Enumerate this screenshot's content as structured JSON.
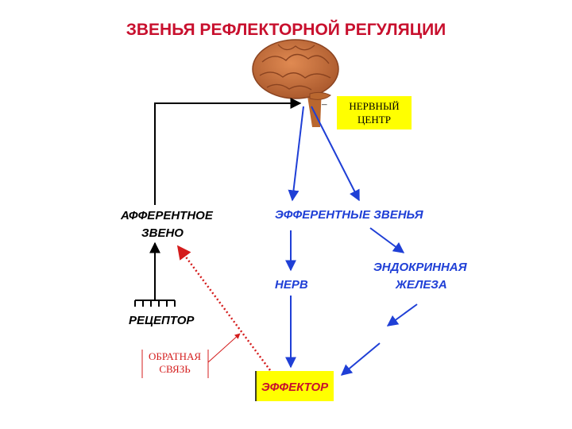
{
  "title": "ЗВЕНЬЯ РЕФЛЕКТОРНОЙ РЕГУЛЯЦИИ",
  "nervous_center": {
    "line1": "НЕРВНЫЙ",
    "line2": "ЦЕНТР",
    "minus": "–"
  },
  "afferent": {
    "line1": "АФФЕРЕНТНОЕ",
    "line2": "ЗВЕНО"
  },
  "efferent": "ЭФФЕРЕНТНЫЕ ЗВЕНЬЯ",
  "nerve": "НЕРВ",
  "endocrine": {
    "line1": "ЭНДОКРИННАЯ",
    "line2": "ЖЕЛЕЗА"
  },
  "receptor": "РЕЦЕПТОР",
  "feedback": {
    "line1": "ОБРАТНАЯ",
    "line2": "СВЯЗЬ"
  },
  "effector": "ЭФФЕКТОР",
  "colors": {
    "title": "#c8102e",
    "efferent_arrow": "#1f3fd6",
    "label_blue": "#1f3fd6",
    "feedback_red": "#d41c1c",
    "box_yellow": "#ffff00",
    "brain": "#c8743f"
  },
  "icons": [
    "brain-image",
    "receptor-comb-icon"
  ]
}
